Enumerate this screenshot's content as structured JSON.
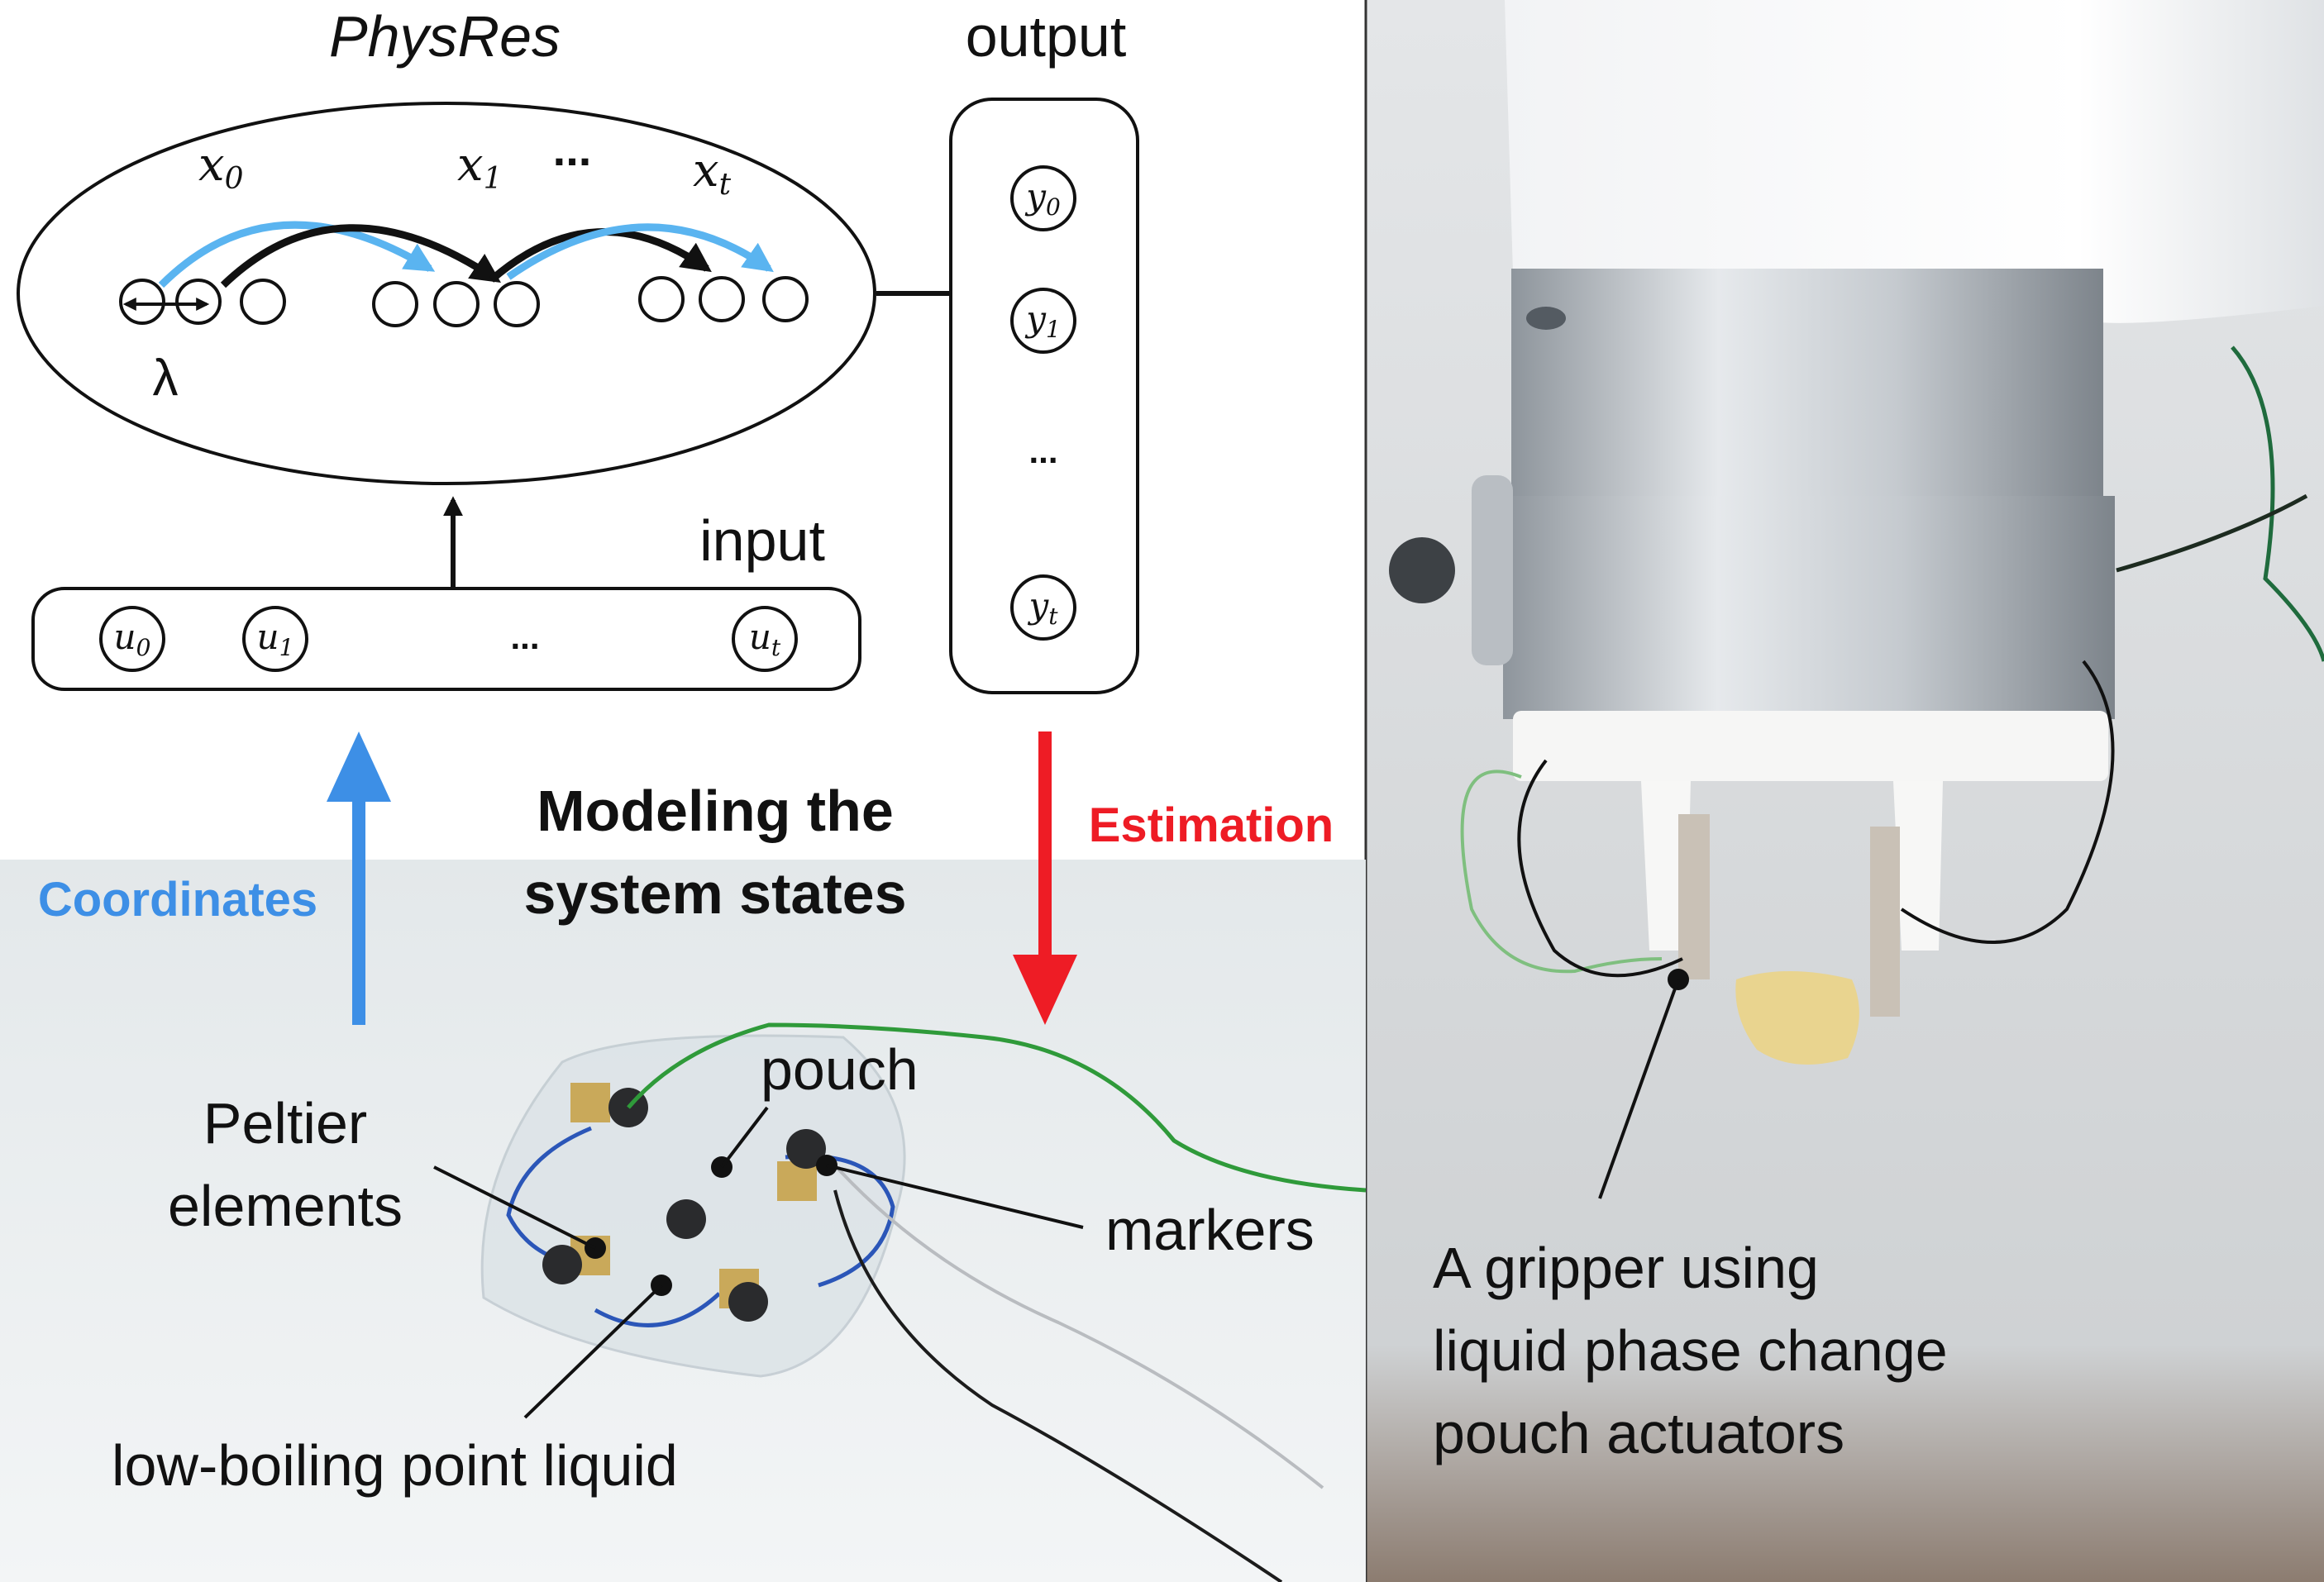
{
  "reservoir": {
    "title": "PhysRes",
    "state_labels": {
      "x0": "x",
      "x0_sub": "0",
      "x1": "x",
      "x1_sub": "1",
      "dots": "...",
      "xt": "x",
      "xt_sub": "t"
    },
    "lambda": "λ"
  },
  "input": {
    "label": "input",
    "nodes": [
      {
        "sym": "u",
        "sub": "0"
      },
      {
        "sym": "u",
        "sub": "1"
      },
      {
        "sym": "u",
        "sub": "t"
      }
    ],
    "dots": "..."
  },
  "output": {
    "label": "output",
    "nodes": [
      {
        "sym": "y",
        "sub": "0"
      },
      {
        "sym": "y",
        "sub": "1"
      },
      {
        "sym": "y",
        "sub": "t"
      }
    ],
    "dots": "..."
  },
  "flow": {
    "coordinates": "Coordinates",
    "estimation": "Estimation",
    "modeling_line1": "Modeling the",
    "modeling_line2": "system states"
  },
  "pouch_photo": {
    "pouch": "pouch",
    "peltier_line1": "Peltier",
    "peltier_line2": "elements",
    "markers": "markers",
    "liquid": "low-boiling point liquid"
  },
  "gripper_photo": {
    "caption_line1": "A gripper using",
    "caption_line2": "liquid phase change",
    "caption_line3": "pouch actuators"
  },
  "colors": {
    "blue": "#3d8fe6",
    "light_blue": "#5ab4f0",
    "red": "#ee1c25",
    "black": "#111111",
    "photo_bg": "#e8eced",
    "gripper_bg": "#d9dbdc"
  }
}
